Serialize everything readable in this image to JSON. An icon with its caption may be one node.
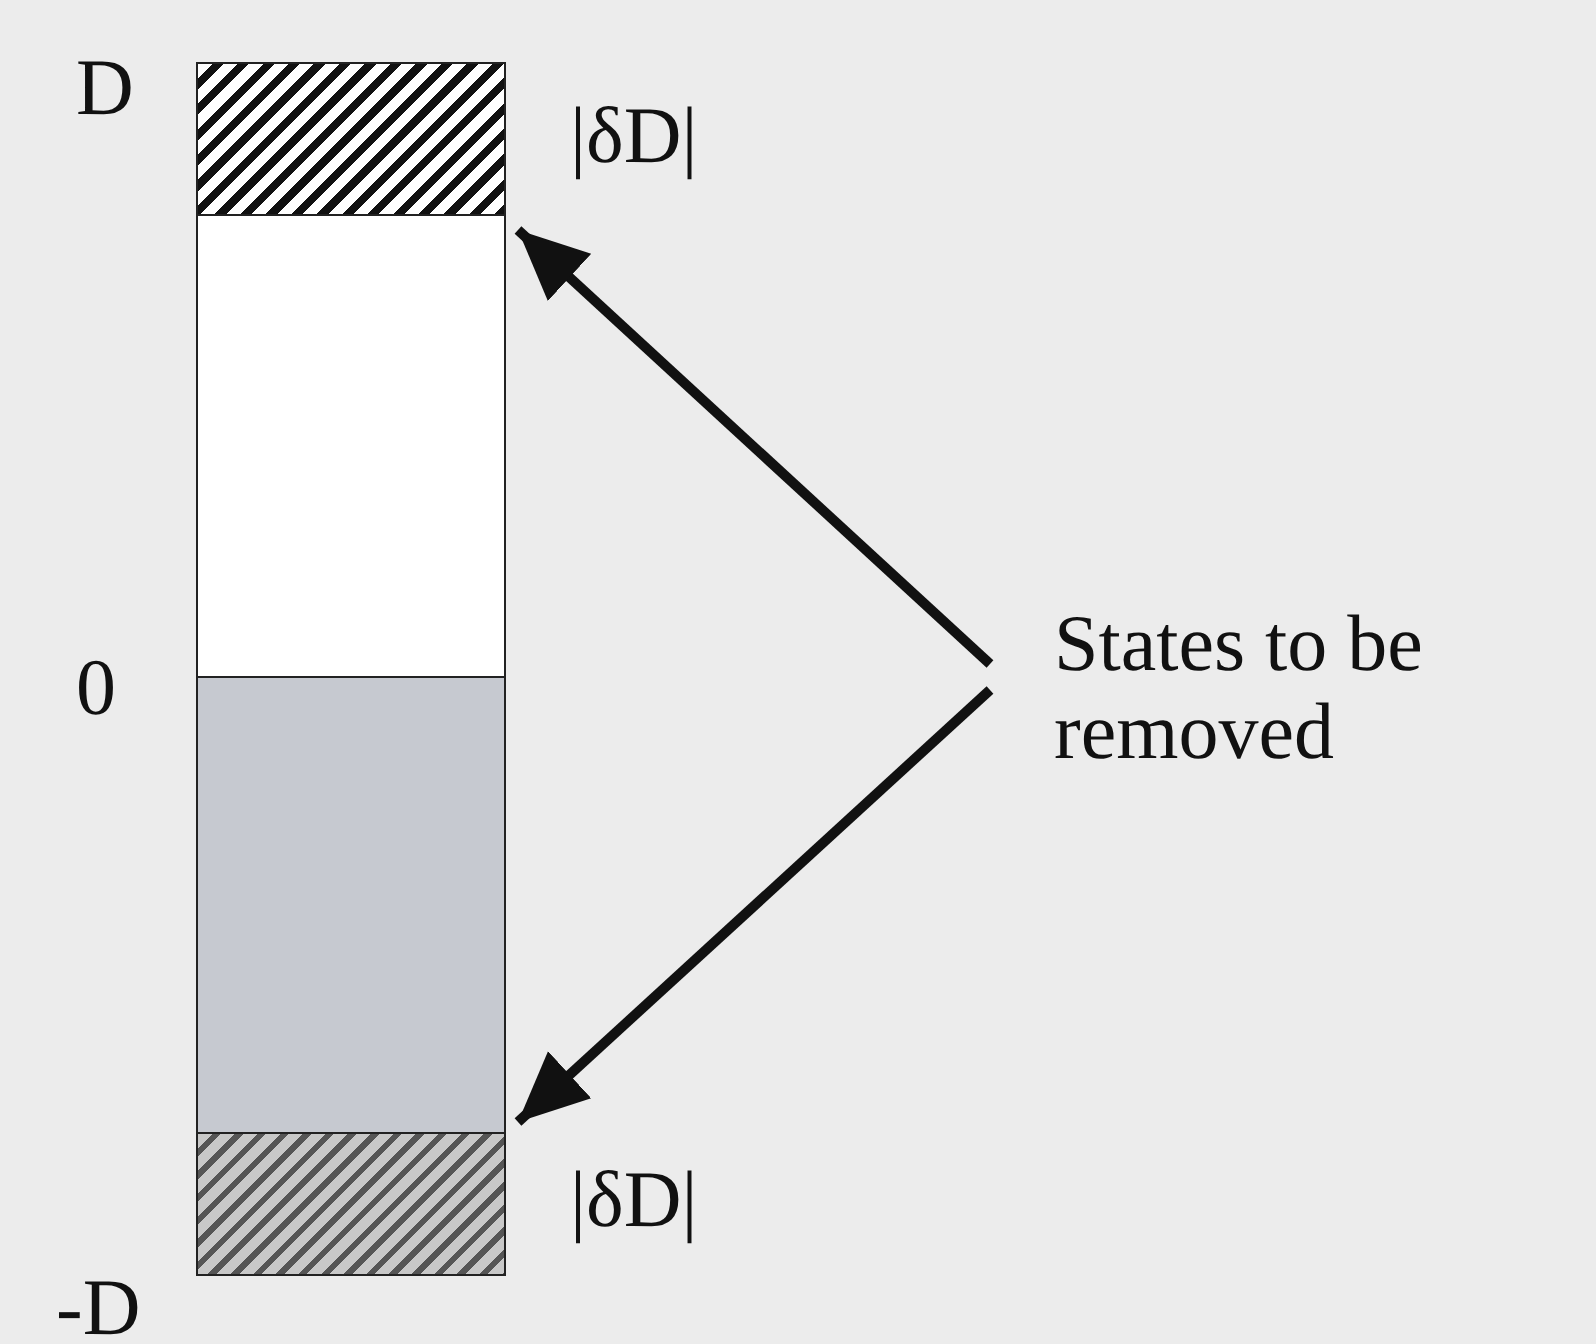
{
  "diagram": {
    "nodes": [
      {
        "text": [],
        "shape": "bar",
        "beside": [
          "|δD|"
        ]
      },
      {
        "text": [],
        "shape": "bar"
      },
      {
        "text": [],
        "shape": "bar"
      },
      {
        "text": [],
        "shape": "bar",
        "beside": [
          "|δD|"
        ]
      },
      {
        "text": [
          "States to be removed"
        ]
      }
    ],
    "edges": [
      {
        "from": 4,
        "to": 1,
        "arrow": "to"
      },
      {
        "from": 4,
        "to": 2,
        "arrow": "to"
      }
    ],
    "labels": [
      "D",
      "0",
      "-D"
    ]
  }
}
